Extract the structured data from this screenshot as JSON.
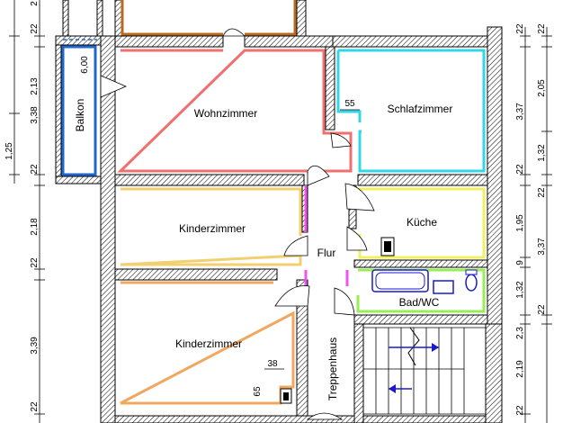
{
  "rooms": {
    "wohnzimmer": "Wohnzimmer",
    "schlafzimmer": "Schlafzimmer",
    "kinderzimmer_1": "Kinderzimmer",
    "kinderzimmer_2": "Kinderzimmer",
    "kueche": "Küche",
    "flur": "Flur",
    "bad_wc": "Bad/WC",
    "balkon": "Balkon",
    "treppenhaus": "Treppenhaus"
  },
  "inner_dims": {
    "balkon_len": "6,00",
    "wall_55": "55",
    "wall_38": "38",
    "wall_65": "65"
  },
  "dims_left": {
    "d1": "2",
    "d2": "22",
    "d3": "2,13",
    "d4": "3,38",
    "d5": "1,25",
    "d6": "22",
    "d7": "2,18",
    "d8": "22",
    "d9": "3,39",
    "d10": "22"
  },
  "dims_right": {
    "r1": "22",
    "r2": "22",
    "r3": "2,05",
    "r4": "3,37",
    "r5": "1,32",
    "r6": "22",
    "r7": "22",
    "r8": "1,95",
    "r9": "3,37",
    "r10": "9",
    "r11": "1,32",
    "r12": "22",
    "r13": "2,3",
    "r14": "2,19",
    "r15": "22"
  },
  "colors": {
    "wohnzimmer": "#f07070",
    "schlafzimmer": "#33d6e6",
    "kinderzimmer_1": "#f2d070",
    "kinderzimmer_2": "#f0a860",
    "kueche": "#f0f060",
    "bad_wc": "#99ee55",
    "balkon": "#2266cc",
    "flur": "#ee55ee",
    "top_room": "#b86a20",
    "stair_arrows": "#1a1acc"
  }
}
